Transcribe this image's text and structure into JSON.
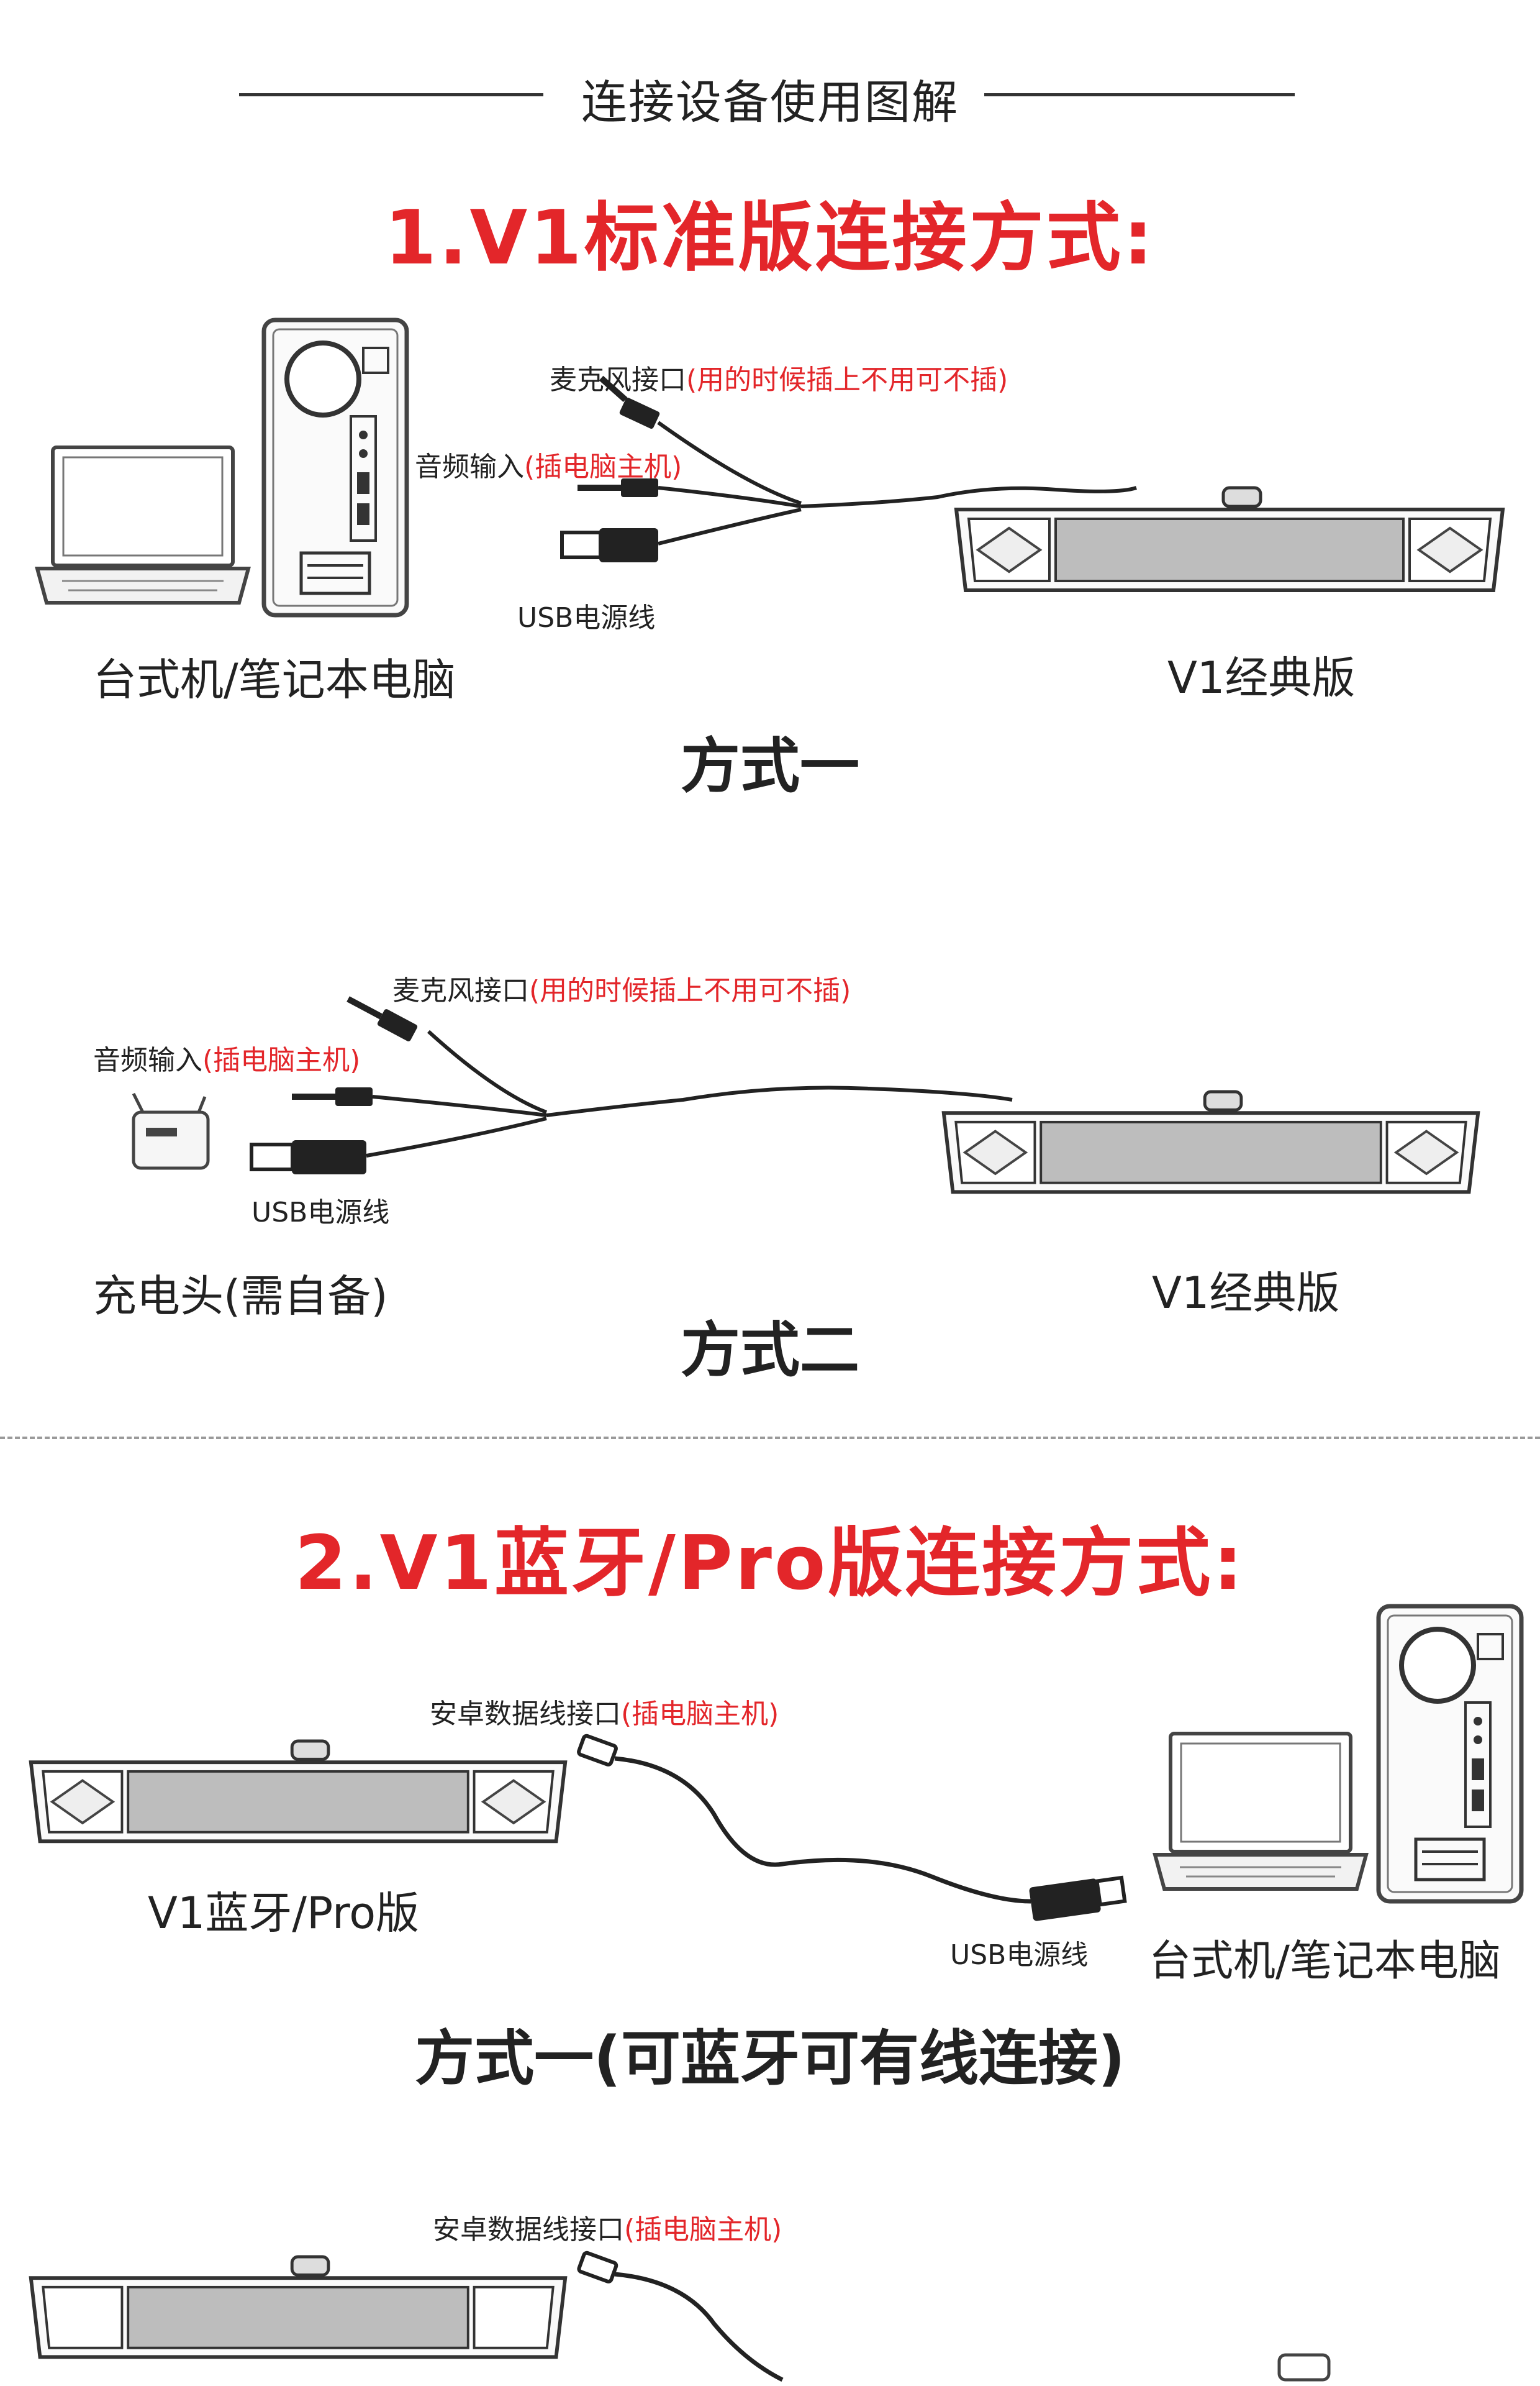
{
  "header": {
    "title": "连接设备使用图解"
  },
  "section1": {
    "title": "1.V1标准版连接方式:",
    "method1": {
      "mic_label": "麦克风接口",
      "mic_note": "(用的时候插上不用可不插)",
      "audio_label": "音频输入",
      "audio_note": "(插电脑主机)",
      "usb_label": "USB电源线",
      "device_left": "台式机/笔记本电脑",
      "device_right": "V1经典版",
      "caption": "方式一"
    },
    "method2": {
      "mic_label": "麦克风接口",
      "mic_note": "(用的时候插上不用可不插)",
      "audio_label": "音频输入",
      "audio_note": "(插电脑主机)",
      "usb_label": "USB电源线",
      "device_left": "充电头(需自备)",
      "device_right": "V1经典版",
      "caption": "方式二"
    }
  },
  "section2": {
    "title": "2.V1蓝牙/Pro版连接方式:",
    "method1": {
      "cable_label": "安卓数据线接口",
      "cable_note": "(插电脑主机)",
      "usb_label": "USB电源线",
      "device_left": "V1蓝牙/Pro版",
      "device_right": "台式机/笔记本电脑",
      "caption": "方式一(可蓝牙可有线连接)"
    },
    "method2": {
      "cable_label": "安卓数据线接口",
      "cable_note": "(插电脑主机)"
    }
  }
}
